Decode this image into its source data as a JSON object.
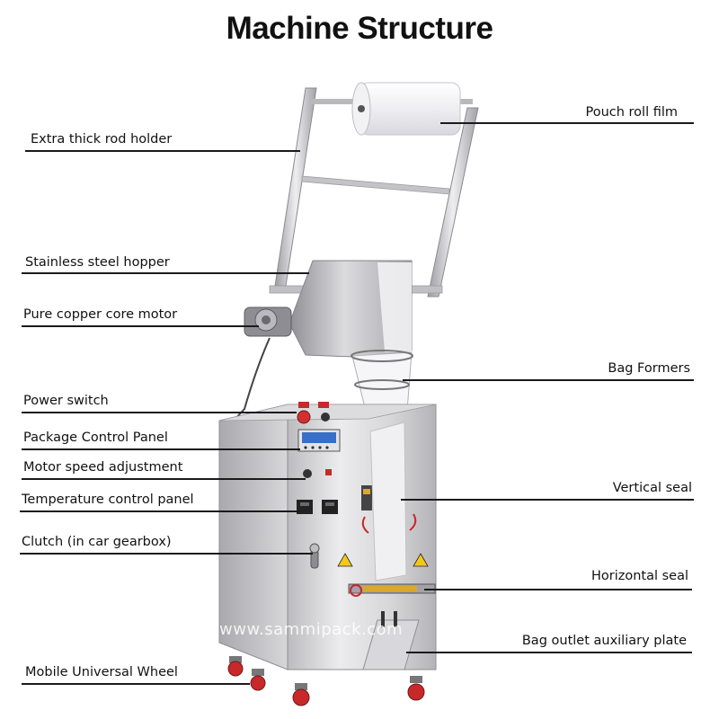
{
  "title": "Machine Structure",
  "watermark": "www.sammipack.com",
  "labels": {
    "extra_thick_rod_holder": "Extra thick rod holder",
    "stainless_steel_hopper": "Stainless steel hopper",
    "pure_copper_core_motor": "Pure copper core motor",
    "power_switch": "Power switch",
    "package_control_panel": "Package Control Panel",
    "motor_speed_adjustment": "Motor speed adjustment",
    "temperature_control_panel": "Temperature control panel",
    "clutch": "Clutch (in car gearbox)",
    "mobile_universal_wheel": "Mobile Universal Wheel",
    "pouch_roll_film": "Pouch roll film",
    "bag_formers": "Bag Formers",
    "vertical_seal": "Vertical seal",
    "horizontal_seal": "Horizontal seal",
    "bag_outlet_auxiliary_plate": "Bag outlet auxiliary plate"
  },
  "colors": {
    "steel_light": "#e8e8ea",
    "steel_mid": "#c9c9cc",
    "steel_dark": "#9a9aa0",
    "wheel_red": "#c8282a",
    "film_white": "#f4f4f6"
  }
}
